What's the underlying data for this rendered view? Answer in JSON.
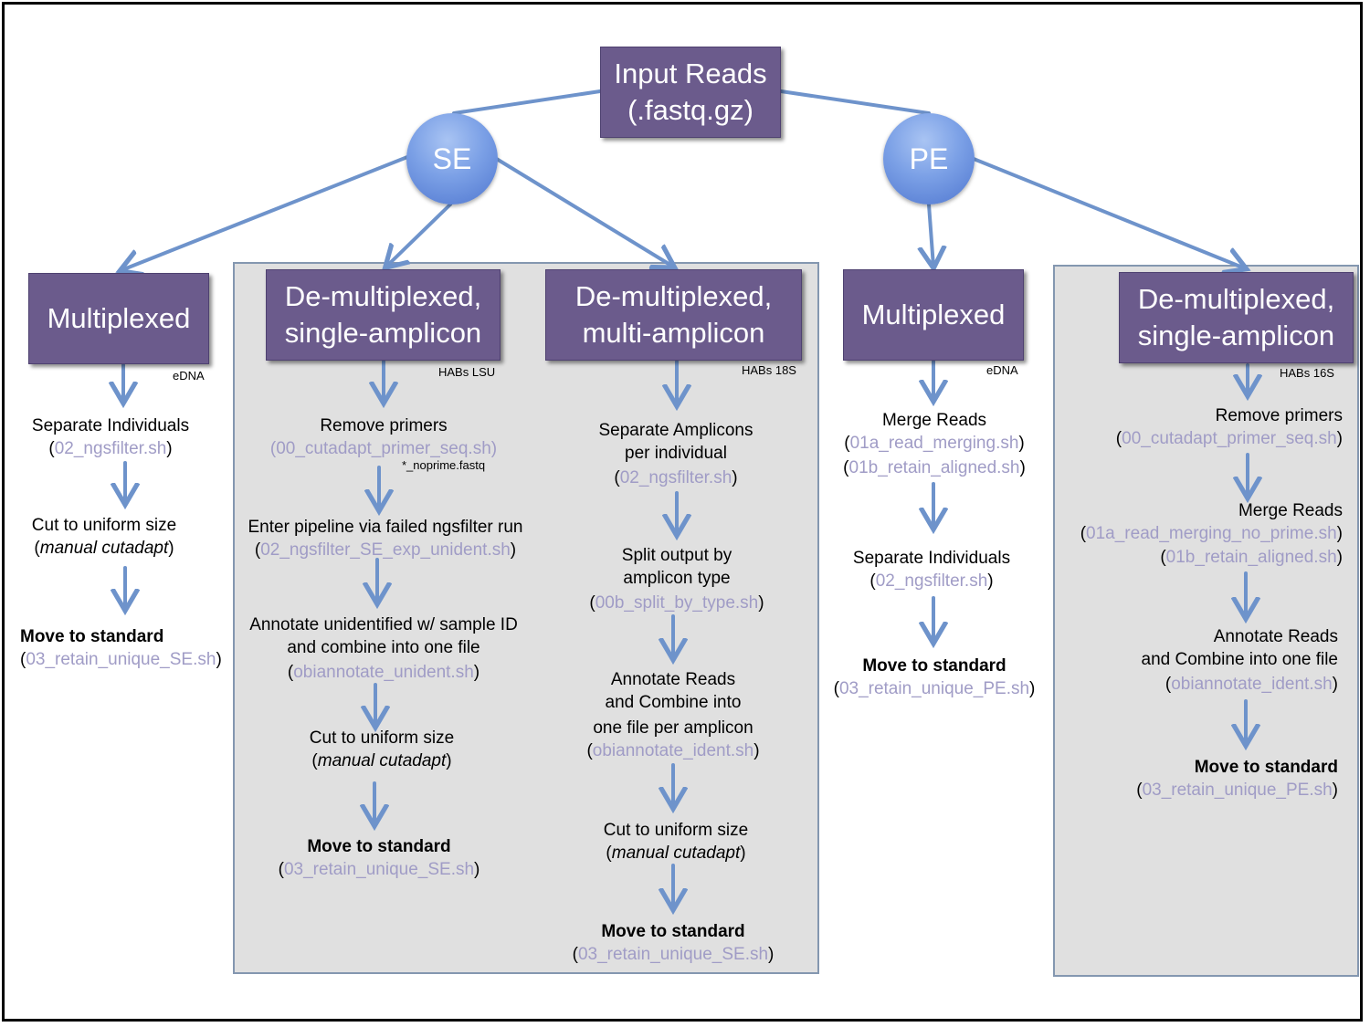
{
  "root": {
    "line1": "Input Reads",
    "line2": "(.fastq.gz)"
  },
  "se": {
    "label": "SE"
  },
  "pe": {
    "label": "PE"
  },
  "columns": {
    "se_mux": {
      "title": "Multiplexed",
      "tag": "eDNA",
      "steps": [
        {
          "text": "Separate Individuals",
          "script": "02_ngsfilter.sh"
        },
        {
          "text": "Cut to uniform size",
          "italic": "manual cutadapt"
        },
        {
          "text": "Move to standard",
          "script": "03_retain_unique_SE.sh"
        }
      ]
    },
    "se_single": {
      "title1": "De-multiplexed,",
      "title2": "single-amplicon",
      "tag": "HABs LSU",
      "steps": [
        {
          "text": "Remove primers",
          "script": "00_cutadapt_primer_seq.sh",
          "note": "*_noprime.fastq"
        },
        {
          "text": "Enter pipeline via failed ngsfilter run",
          "script": "02_ngsfilter_SE_exp_unident.sh"
        },
        {
          "text1": "Annotate unidentified w/ sample ID",
          "text2": "and combine into one file",
          "script": "obiannotate_unident.sh"
        },
        {
          "text": "Cut to uniform size",
          "italic": "manual cutadapt"
        },
        {
          "text": "Move to standard",
          "script": "03_retain_unique_SE.sh"
        }
      ]
    },
    "se_multi": {
      "title1": "De-multiplexed,",
      "title2": "multi-amplicon",
      "tag": "HABs 18S",
      "steps": [
        {
          "text1": "Separate Amplicons",
          "text2": "per individual",
          "script": "02_ngsfilter.sh"
        },
        {
          "text1": "Split output by",
          "text2": "amplicon type",
          "script": "00b_split_by_type.sh"
        },
        {
          "text1": "Annotate Reads",
          "text2": "and Combine into",
          "text3": "one file per amplicon",
          "script": "obiannotate_ident.sh"
        },
        {
          "text": "Cut to uniform size",
          "italic": "manual cutadapt"
        },
        {
          "text": "Move to standard",
          "script": "03_retain_unique_SE.sh"
        }
      ]
    },
    "pe_mux": {
      "title": "Multiplexed",
      "tag": "eDNA",
      "steps": [
        {
          "text": "Merge Reads",
          "script1": "01a_read_merging.sh",
          "script2": "01b_retain_aligned.sh"
        },
        {
          "text": "Separate Individuals",
          "script": "02_ngsfilter.sh"
        },
        {
          "text": "Move to standard",
          "script": "03_retain_unique_PE.sh"
        }
      ]
    },
    "pe_single": {
      "title1": "De-multiplexed,",
      "title2": "single-amplicon",
      "tag": "HABs 16S",
      "steps": [
        {
          "text": "Remove primers",
          "script": "00_cutadapt_primer_seq.sh"
        },
        {
          "text": "Merge Reads",
          "script1": "01a_read_merging_no_prime.sh",
          "script2": "01b_retain_aligned.sh"
        },
        {
          "text1": "Annotate Reads",
          "text2": "and Combine into one file",
          "script": "obiannotate_ident.sh"
        },
        {
          "text": "Move to standard",
          "script": "03_retain_unique_PE.sh"
        }
      ]
    }
  },
  "colors": {
    "box": "#6b5b8c",
    "arrow": "#6e93cb",
    "panel": "#e0e0e0",
    "script": "#a09cc6"
  }
}
